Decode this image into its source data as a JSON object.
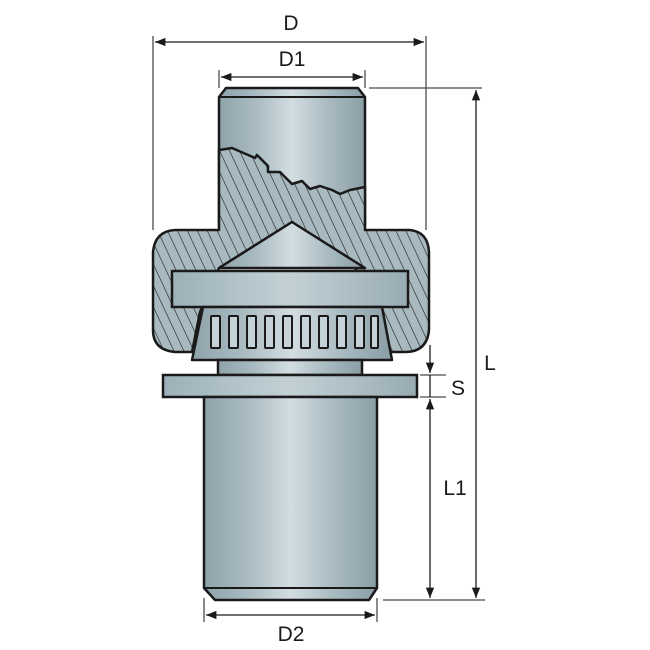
{
  "diagram": {
    "title": "Self-clinching pin / stud cross-section with dimensions",
    "colors": {
      "steel_light": "#c9d6db",
      "steel_mid": "#a7b8bf",
      "steel_dark": "#8a9ea6",
      "outline": "#1a1a1a",
      "dimension_line": "#4a4a4a",
      "hatch": "#1a1a1a",
      "background": "#ffffff"
    },
    "labels": {
      "D": "D",
      "D1": "D1",
      "D2": "D2",
      "L": "L",
      "L1": "L1",
      "S": "S"
    },
    "parts": [
      "upper-pin",
      "sheet-panel-section",
      "collar-flange",
      "knurled-ring",
      "washer-flange",
      "lower-shank"
    ]
  }
}
